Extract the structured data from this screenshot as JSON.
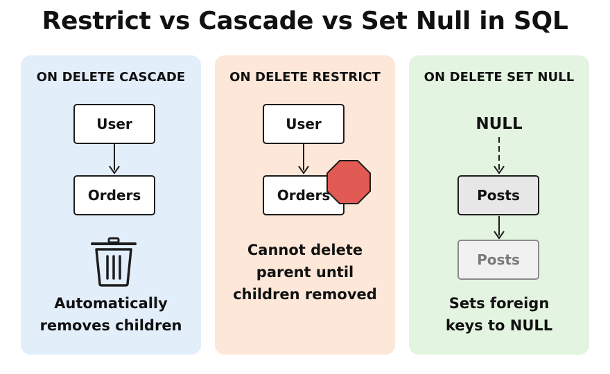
{
  "title": "Restrict vs Cascade vs Set Null in SQL",
  "cascade": {
    "heading": "ON DELETE CASCADE",
    "parent": "User",
    "child": "Orders",
    "icon": "trash-icon",
    "caption_line1": "Automatically",
    "caption_line2": "removes children"
  },
  "restrict": {
    "heading": "ON DELETE RESTRICT",
    "parent": "User",
    "child": "Orders",
    "icon": "stop-sign-icon",
    "stop_color": "#e25a54",
    "caption_line1": "Cannot delete",
    "caption_line2": "parent until",
    "caption_line3": "children removed"
  },
  "setnull": {
    "heading": "ON DELETE SET NULL",
    "null_label": "NULL",
    "child": "Posts",
    "child_faded": "Posts",
    "caption_line1": "Sets foreign",
    "caption_line2": "keys to NULL"
  },
  "colors": {
    "cascade_bg": "#e3eefb",
    "restrict_bg": "#fde7d9",
    "setnull_bg": "#e3f4e0"
  }
}
